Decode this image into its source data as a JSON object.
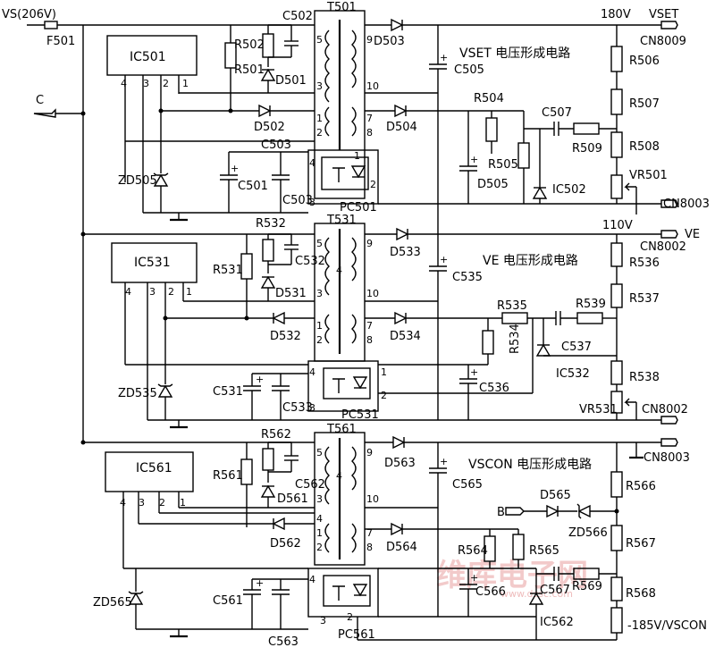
{
  "top": {
    "vs_label": "VS(206V)",
    "fuse_label": "F501",
    "c_label": "C",
    "v180": "180V",
    "vset": "VSET",
    "cn8009": "CN8009",
    "cn8003a": "CN8003"
  },
  "s1": {
    "title": "VSET 电压形成电路",
    "ic": "IC501",
    "pin4": "4",
    "pin3": "3",
    "pin2": "2",
    "pin1": "1",
    "r502": "R502",
    "c502": "C502",
    "r501": "R501",
    "d501": "D501",
    "d502": "D502",
    "c503a": "C503",
    "zd505": "ZD505",
    "c501": "C501",
    "c503": "C503",
    "t501": "T501",
    "tp5": "5",
    "tp3": "3",
    "tp1": "1",
    "tp2": "2",
    "tp9": "9",
    "tp10": "10",
    "tp7": "7",
    "tp8": "8",
    "d503": "D503",
    "d504": "D504",
    "c505": "C505",
    "r504": "R504",
    "r505": "R505",
    "d505": "D505",
    "c507": "C507",
    "r509": "R509",
    "ic502": "IC502",
    "r506": "R506",
    "r507": "R507",
    "r508": "R508",
    "vr501": "VR501",
    "pc501": "PC501",
    "pc4": "4",
    "pc3": "3",
    "pc1": "1",
    "pc2": "2"
  },
  "mid": {
    "v110": "110V",
    "ve": "VE",
    "cn8002a": "CN8002"
  },
  "s2": {
    "title": "VE 电压形成电路",
    "ic": "IC531",
    "pin4": "4",
    "pin3": "3",
    "pin2": "2",
    "pin1": "1",
    "r532": "R532",
    "r531": "R531",
    "c532": "C532",
    "d531": "D531",
    "d532": "D532",
    "zd535": "ZD535",
    "c531": "C531",
    "c533": "C533",
    "t531": "T531",
    "tp5": "5",
    "tp4": "4",
    "tp3": "3",
    "tp1": "1",
    "tp2": "2",
    "tp9": "9",
    "tp10": "10",
    "tp7": "7",
    "tp8": "8",
    "d533": "D533",
    "d534": "D534",
    "c535": "C535",
    "r535": "R535",
    "r534": "R534",
    "r539": "R539",
    "c537": "C537",
    "ic532": "IC532",
    "c536": "C536",
    "r536": "R536",
    "r537": "R537",
    "r538": "R538",
    "vr531": "VR531",
    "cn8002": "CN8002",
    "pc531": "PC531",
    "pc4": "4",
    "pc3": "3",
    "pc1": "1",
    "pc2": "2"
  },
  "s3": {
    "title": "VSCON 电压形成电路",
    "ic": "IC561",
    "pin4": "4",
    "pin3": "3",
    "pin2": "2",
    "pin1": "1",
    "r562": "R562",
    "r561": "R561",
    "c562": "C562",
    "d561": "D561",
    "d562": "D562",
    "zd565": "ZD565",
    "c561": "C561",
    "c563": "C563",
    "t561": "T561",
    "tp5": "5",
    "tp4": "4",
    "tp3": "3",
    "tp4b": "4",
    "tp1": "1",
    "tp2": "2",
    "tp9": "9",
    "tp10": "10",
    "tp7": "7",
    "tp8": "8",
    "d563": "D563",
    "d564": "D564",
    "c565": "C565",
    "cn8003": "CN8003",
    "r566": "R566",
    "d565": "D565",
    "zd566": "ZD566",
    "b": "B",
    "r564": "R564",
    "r565": "R565",
    "r567": "R567",
    "c566": "C566",
    "c567": "C567",
    "r569": "R569",
    "r568": "R568",
    "ic562": "IC562",
    "pc561": "PC561",
    "vscon": "-185V/VSCON",
    "pc4": "4",
    "pc3": "3",
    "pc2": "2"
  },
  "watermark": {
    "main": "维库电子网",
    "sub": "www.dzsc.com"
  }
}
